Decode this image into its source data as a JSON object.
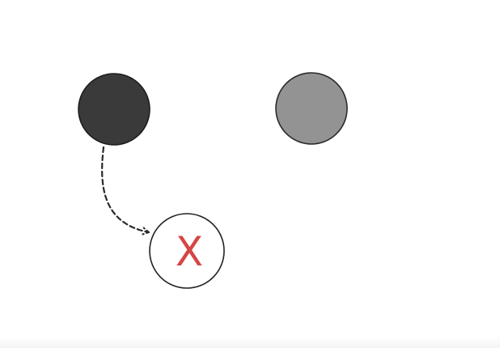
{
  "diagram": {
    "nodes": [
      {
        "id": "source-node",
        "fill": "#3a3a3a",
        "stroke": "#1e1e1e"
      },
      {
        "id": "gray-node",
        "fill": "#939393",
        "stroke": "#2a2a2a"
      },
      {
        "id": "rejected-node",
        "fill": "#ffffff",
        "stroke": "#222222",
        "mark": "X",
        "mark_color": "#d64545"
      }
    ],
    "edges": [
      {
        "from": "source-node",
        "to": "rejected-node",
        "style": "dashed",
        "color": "#2a2a2a"
      }
    ]
  }
}
